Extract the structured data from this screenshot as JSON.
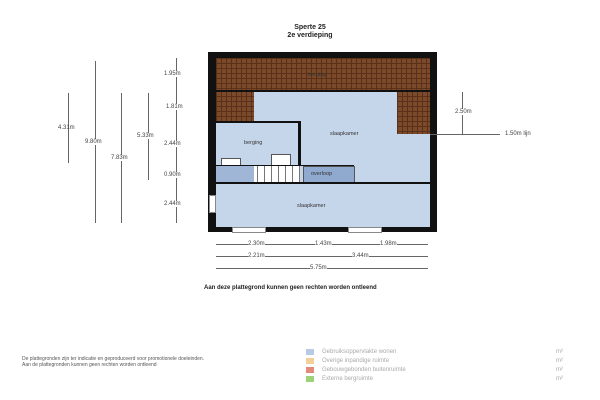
{
  "header": {
    "title": "Sperte 25",
    "floor": "2e verdieping"
  },
  "rooms": {
    "roof_storage": "berging",
    "bedroom_top": "slaapkamer",
    "storage": "berging",
    "landing": "overloop",
    "bedroom_bottom": "slaapkamer"
  },
  "dimensions": {
    "left": [
      "4.31m",
      "9.80m",
      "7.83m",
      "5.33m"
    ],
    "chain": [
      "1.95m",
      "1.81m",
      "2.44m",
      "0.90m",
      "2.44m"
    ],
    "right": {
      "height": "2.50m",
      "line": "1.50m lijn"
    },
    "bottom_row1": [
      "2.30m",
      "1.43m",
      "1.98m"
    ],
    "bottom_row2": [
      "2.21m",
      "3.44m"
    ],
    "bottom_total": "5.75m"
  },
  "disclaimer": "Aan deze plattegrond kunnen geen rechten worden ontleend",
  "note": [
    "De plattegronden zijn ter indicatie en geproduceerd voor promotionele doeleinden.",
    "Aan de plattegronden kunnen geen rechten worden ontleend"
  ],
  "legend": [
    {
      "label": "Gebruiksoppervlakte wonen",
      "unit": "m²",
      "color": "#b8cbe6"
    },
    {
      "label": "Overige inpandige ruimte",
      "unit": "m²",
      "color": "#f3cf9a"
    },
    {
      "label": "Gebouwgebonden buitenruimte",
      "unit": "m²",
      "color": "#e48a7a"
    },
    {
      "label": "Externe bergruimte",
      "unit": "m²",
      "color": "#9ed27a"
    }
  ]
}
